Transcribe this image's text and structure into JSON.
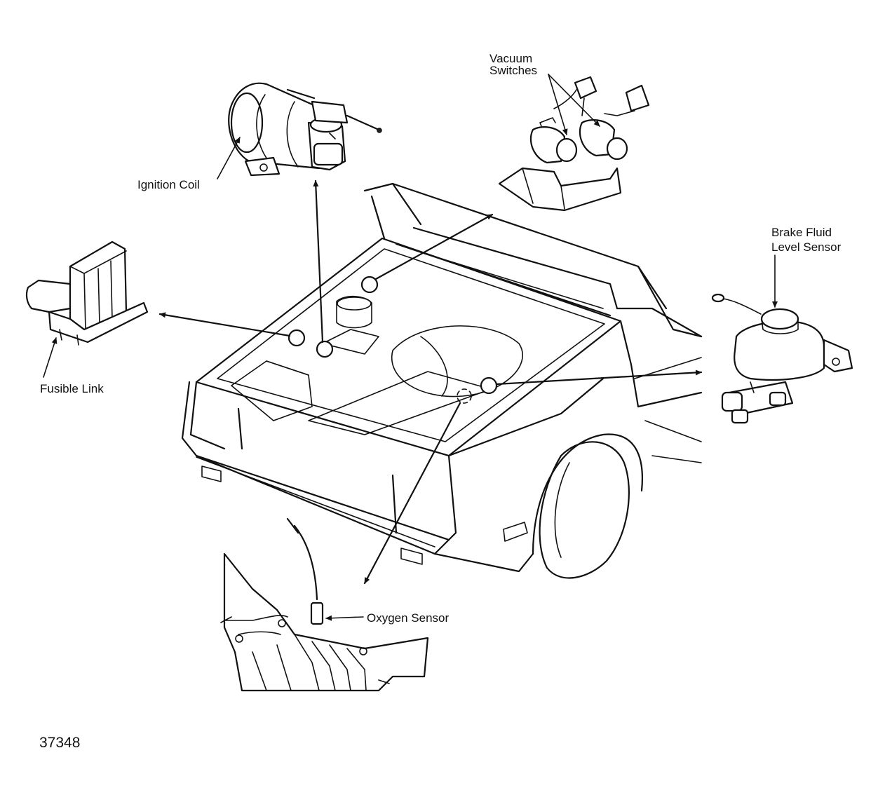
{
  "labels": {
    "vacuum_switches_line1": "Vacuum",
    "vacuum_switches_line2": "Switches",
    "ignition_coil": "Ignition Coil",
    "brake_fluid_line1": "Brake Fluid",
    "brake_fluid_line2": "Level Sensor",
    "fusible_link": "Fusible Link",
    "oxygen_sensor": "Oxygen Sensor"
  },
  "figure_number": "37348"
}
